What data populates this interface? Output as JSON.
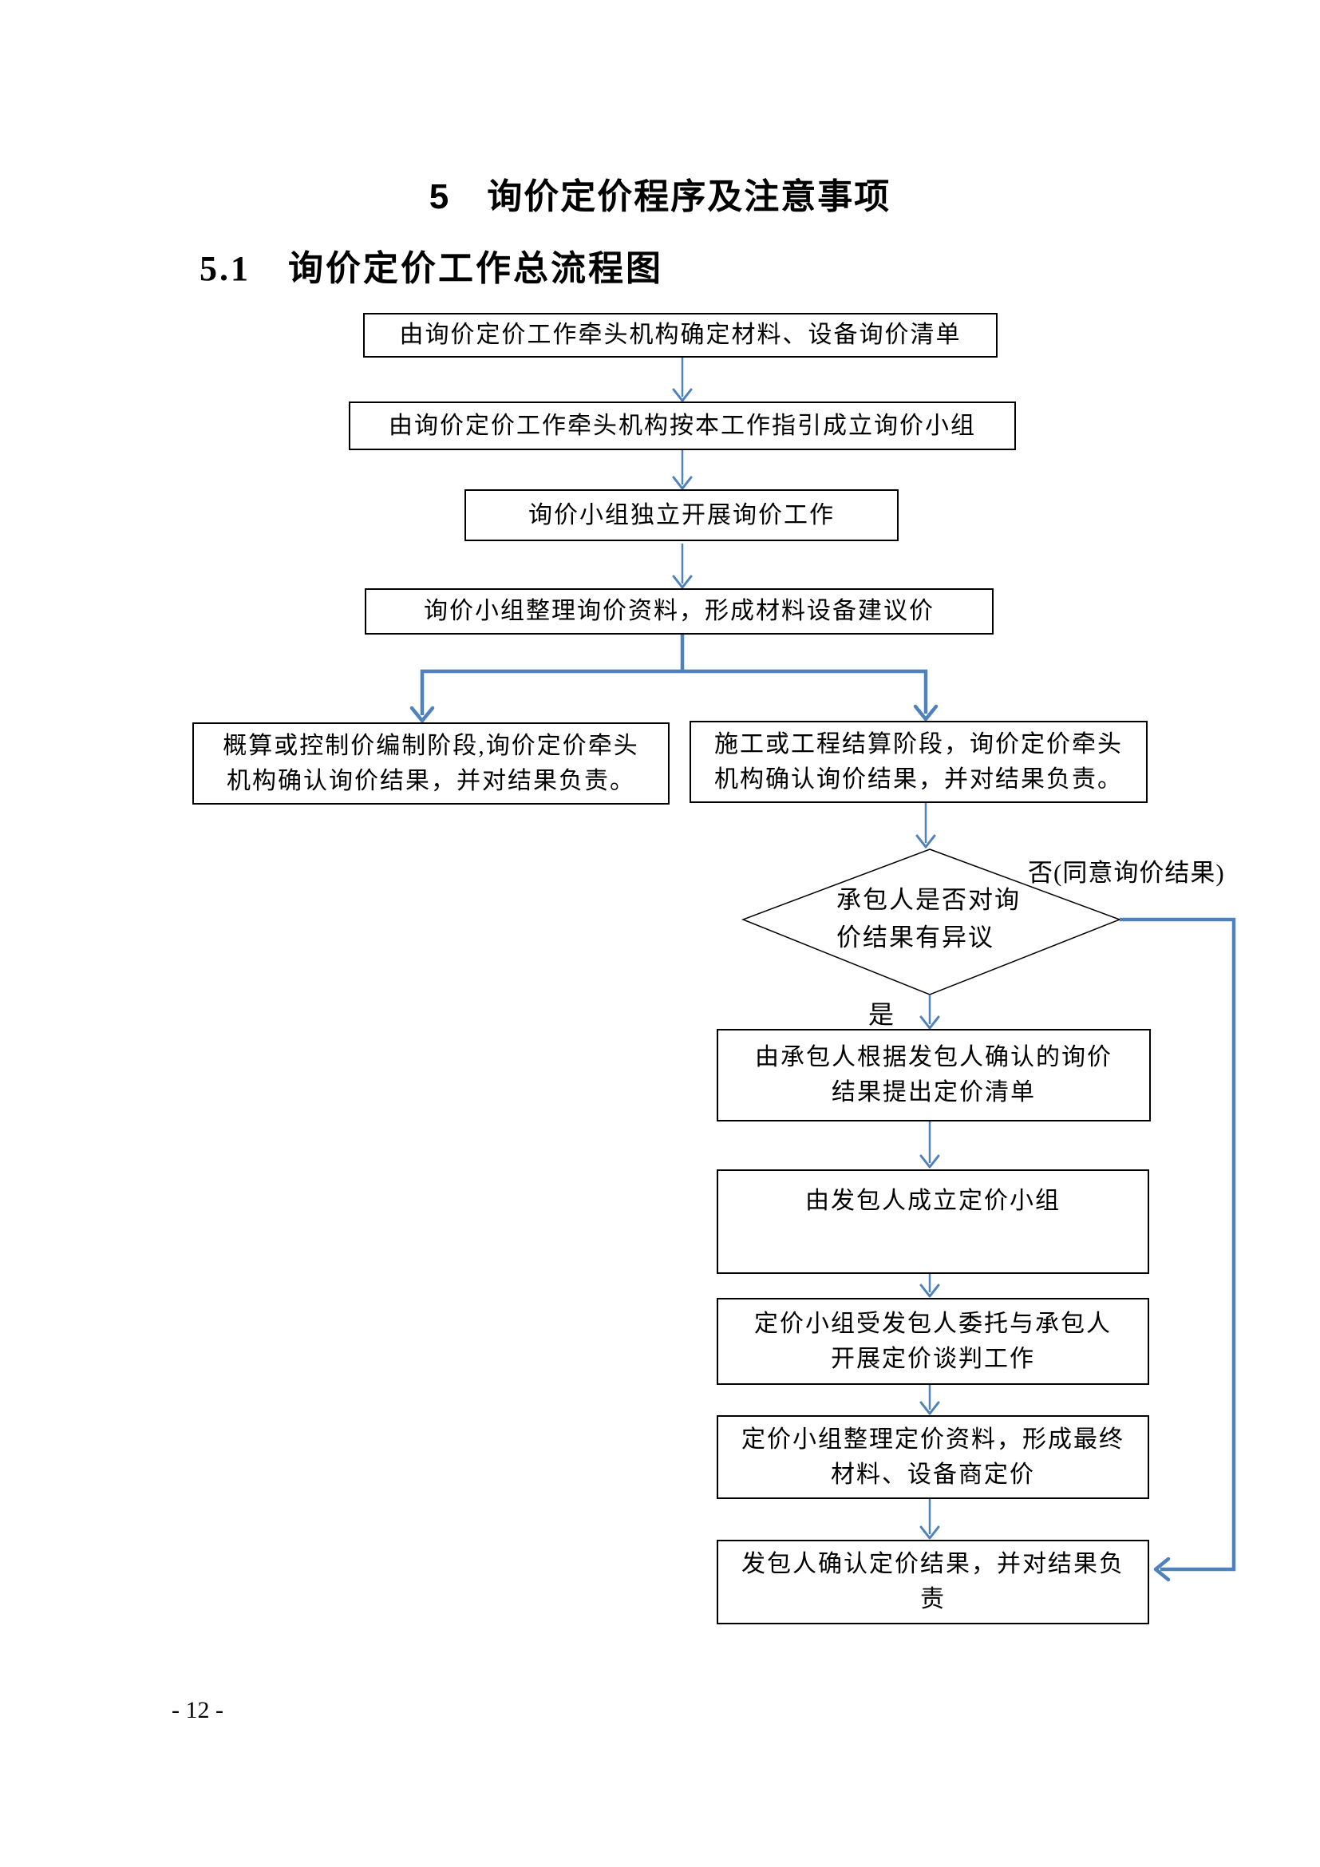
{
  "page": {
    "title": "5　询价定价程序及注意事项",
    "section_heading": "5.1　询价定价工作总流程图",
    "page_number": "- 12 -"
  },
  "flowchart": {
    "arrow_color": "#4f81bd",
    "border_color": "#000000",
    "nodes": {
      "determine_list": {
        "label": "由询价定价工作牵头机构确定材料、设备询价清单"
      },
      "form_team": {
        "label": "由询价定价工作牵头机构按本工作指引成立询价小组"
      },
      "independent_inquiry": {
        "label": "询价小组独立开展询价工作"
      },
      "organize_data": {
        "label": "询价小组整理询价资料，形成材料设备建议价"
      },
      "estimate_stage": {
        "line1": "概算或控制价编制阶段,询价定价牵头",
        "line2": "机构确认询价结果，并对结果负责。"
      },
      "construction_stage": {
        "line1": "施工或工程结算阶段，询价定价牵头",
        "line2": "机构确认询价结果，并对结果负责。"
      },
      "decision": {
        "line1": "承包人是否对询",
        "line2": "价结果有异议"
      },
      "contractor_list": {
        "line1": "由承包人根据发包人确认的询价",
        "line2": "结果提出定价清单"
      },
      "pricing_team": {
        "label": "由发包人成立定价小组"
      },
      "negotiation": {
        "line1": "定价小组受发包人委托与承包人",
        "line2": "开展定价谈判工作"
      },
      "final_pricing": {
        "line1": "定价小组整理定价资料，形成最终",
        "line2": "材料、设备商定价"
      },
      "employer_confirm": {
        "line1": "发包人确认定价结果，并对结果负",
        "line2": "责"
      }
    },
    "labels": {
      "no": "否(同意询价结果)",
      "yes": "是"
    }
  }
}
